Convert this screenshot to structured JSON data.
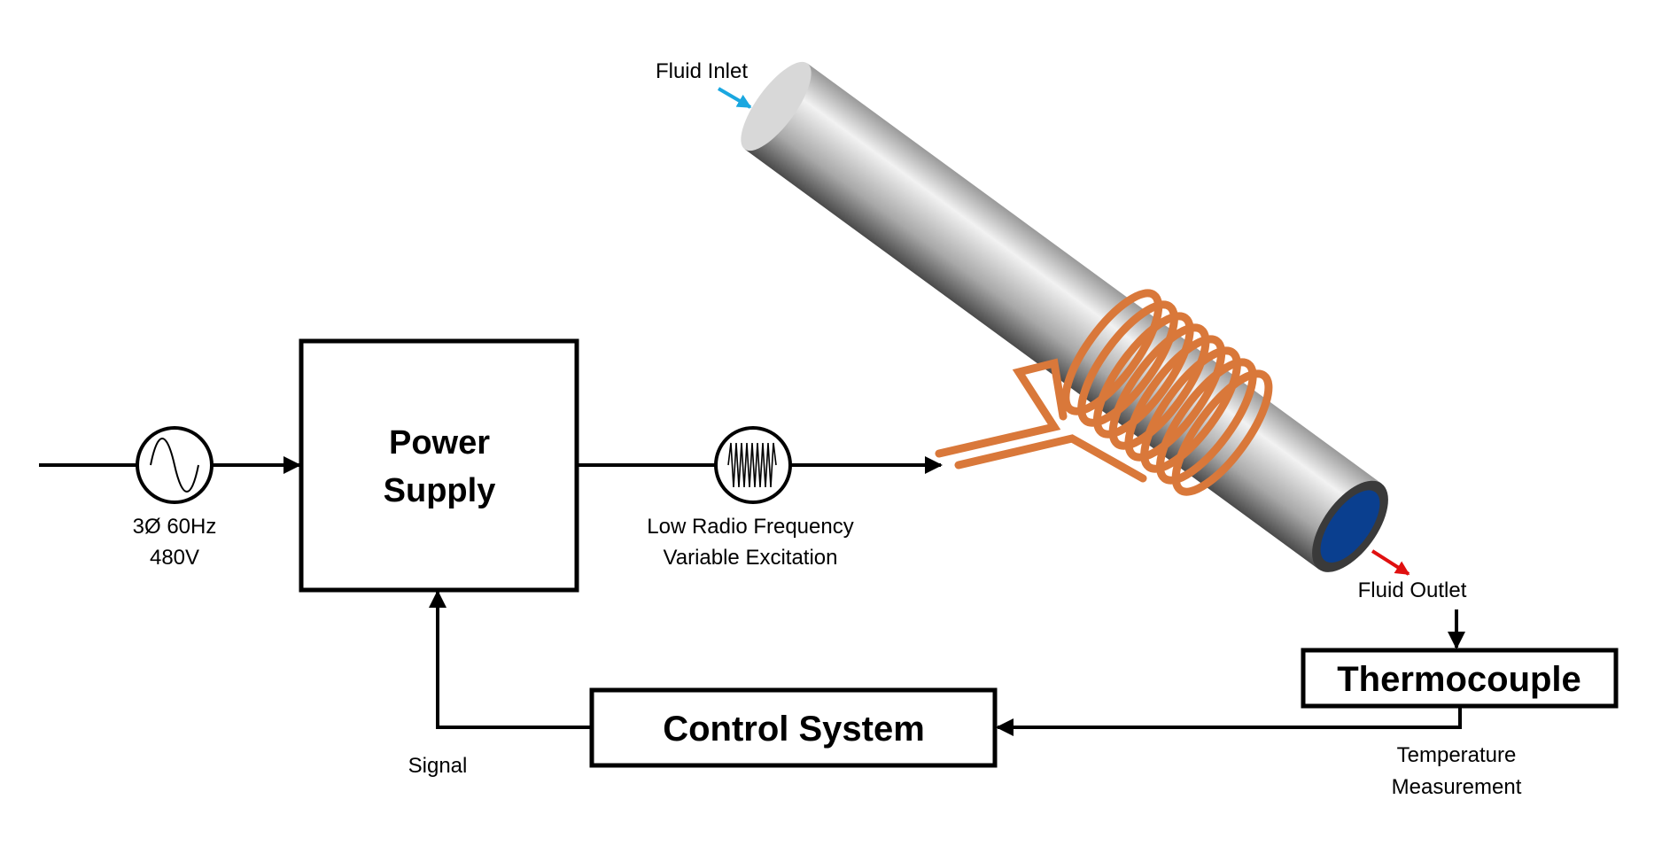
{
  "labels": {
    "input_line1": "3Ø 60Hz",
    "input_line2": "480V",
    "power_supply_line1": "Power",
    "power_supply_line2": "Supply",
    "excitation_line1": "Low Radio Frequency",
    "excitation_line2": "Variable Excitation",
    "fluid_inlet": "Fluid Inlet",
    "fluid_outlet": "Fluid Outlet",
    "thermocouple": "Thermocouple",
    "control_system": "Control System",
    "signal": "Signal",
    "temperature_line1": "Temperature",
    "temperature_line2": "Measurement"
  },
  "icons": {
    "ac_source": "sine-wave-source-icon",
    "rf_source": "high-frequency-wave-source-icon"
  },
  "colors": {
    "inlet_arrow": "#1aa7e0",
    "outlet_arrow": "#e01010",
    "coil": "#d9783a",
    "pipe": "#b8b8b8",
    "pipe_bore": "#0a3f8f"
  }
}
